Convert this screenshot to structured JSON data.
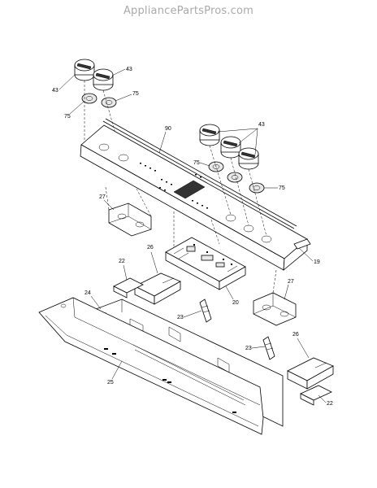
{
  "watermark": "AppliancePartsPros.com",
  "part_numbers": {
    "knob_left_a": "43",
    "knob_left_b": "43",
    "ring_left_a": "75",
    "ring_left_b": "75",
    "trim_strip": "90",
    "knobs_right": "43",
    "ring_right_a": "75",
    "ring_right_b": "75",
    "bracket_left": "27",
    "bracket_right": "27",
    "support_left": "26",
    "support_right": "26",
    "clip_left": "22",
    "clip_right": "22",
    "control_board": "20",
    "end_cap": "19",
    "spacer_a": "23",
    "spacer_b": "23",
    "rear_panel": "24",
    "manifold_panel": "25"
  }
}
